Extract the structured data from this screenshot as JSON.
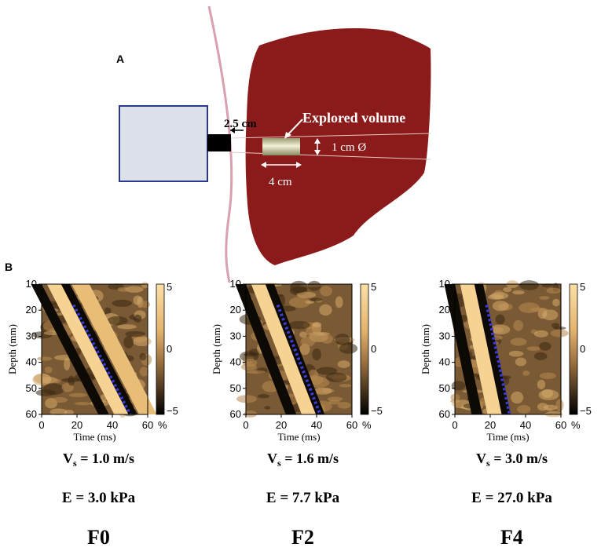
{
  "panel_a": {
    "letter": "A",
    "distance_label": "2.5 cm",
    "volume_label": "Explored volume",
    "diameter_label": "1 cm  Ø",
    "length_label": "4 cm",
    "colors": {
      "liver": "#8b1a1a",
      "probe_box": "#dde1ea",
      "probe_border": "#2a3a8c",
      "skin": "#d9a0b0"
    }
  },
  "panel_b": {
    "letter": "B",
    "x_axis_label": "Time (ms)",
    "y_axis_label": "Depth (mm)",
    "x_ticks": [
      "0",
      "20",
      "40",
      "60"
    ],
    "y_ticks": [
      "10",
      "20",
      "30",
      "40",
      "50",
      "60"
    ],
    "colorbar_ticks": [
      "5",
      "0",
      "−5"
    ],
    "colorbar_unit": "%",
    "plots": [
      {
        "vs_prefix": "V",
        "vs_sub": "s",
        "vs_value": " = 1.0 m/s",
        "e_label": "E = 3.0 kPa",
        "stage": "F0"
      },
      {
        "vs_prefix": "V",
        "vs_sub": "s",
        "vs_value": " = 1.6 m/s",
        "e_label": "E = 7.7 kPa",
        "stage": "F2"
      },
      {
        "vs_prefix": "V",
        "vs_sub": "s",
        "vs_value": " = 3.0 m/s",
        "e_label": "E = 27.0 kPa",
        "stage": "F4"
      }
    ]
  },
  "chart_data": [
    {
      "type": "heatmap",
      "title": "",
      "xlabel": "Time (ms)",
      "ylabel": "Depth (mm)",
      "xlim": [
        0,
        60
      ],
      "ylim": [
        10,
        60
      ],
      "colorbar_range": [
        -5,
        5
      ],
      "fit_line": {
        "x": [
          18,
          50
        ],
        "y": [
          18,
          60
        ]
      }
    },
    {
      "type": "heatmap",
      "title": "",
      "xlabel": "Time (ms)",
      "ylabel": "Depth (mm)",
      "xlim": [
        0,
        60
      ],
      "ylim": [
        10,
        60
      ],
      "colorbar_range": [
        -5,
        5
      ],
      "fit_line": {
        "x": [
          18,
          42
        ],
        "y": [
          18,
          60
        ]
      }
    },
    {
      "type": "heatmap",
      "title": "",
      "xlabel": "Time (ms)",
      "ylabel": "Depth (mm)",
      "xlim": [
        0,
        60
      ],
      "ylim": [
        10,
        60
      ],
      "colorbar_range": [
        -5,
        5
      ],
      "fit_line": {
        "x": [
          18,
          31
        ],
        "y": [
          18,
          60
        ]
      }
    }
  ]
}
